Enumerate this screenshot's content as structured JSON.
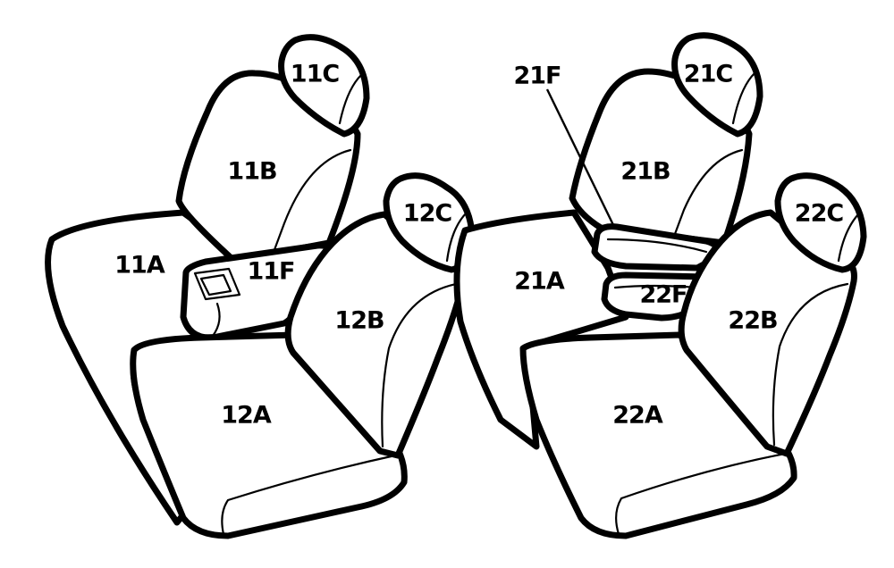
{
  "labels": {
    "p11A": "11A",
    "p11B": "11B",
    "p11C": "11C",
    "p11F": "11F",
    "p12A": "12A",
    "p12B": "12B",
    "p12C": "12C",
    "p21A": "21A",
    "p21B": "21B",
    "p21C": "21C",
    "p21F": "21F",
    "p22A": "22A",
    "p22B": "22B",
    "p22C": "22C",
    "p22F": "22F"
  }
}
